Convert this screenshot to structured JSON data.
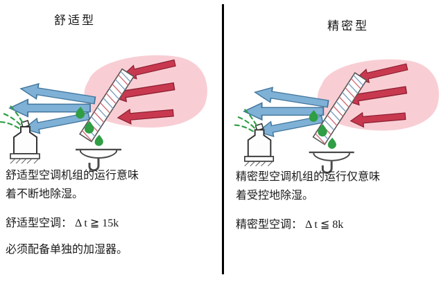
{
  "panels": [
    {
      "title": "舒适型",
      "desc": "舒适型空调机组的运行意味\n着不断地除湿。",
      "spec": "舒适型空调： Δ t ≧ 15k",
      "note": "必须配备单独的加湿器。"
    },
    {
      "title": "精密型",
      "desc": "精密型空调机组的运行仅意味\n着受控地除湿。",
      "spec": "精密型空调： Δ t ≦ 8k",
      "note": ""
    }
  ],
  "colors": {
    "warm_air": "#c83950",
    "cool_air": "#7fb1d6",
    "condensate_green": "#2f9e44",
    "warm_zone_pink": "#f8ced4",
    "divider": "#000000"
  },
  "icons": {
    "warm_air_arrows": "red arrows entering from right",
    "cool_air_arrows": "blue arrows leaving to left",
    "cooling_coil": "hatched diagonal coil",
    "condensate_droplets": "green drops",
    "drain": "sink with trap pipe",
    "humidifier": "humidifier with green spray"
  }
}
